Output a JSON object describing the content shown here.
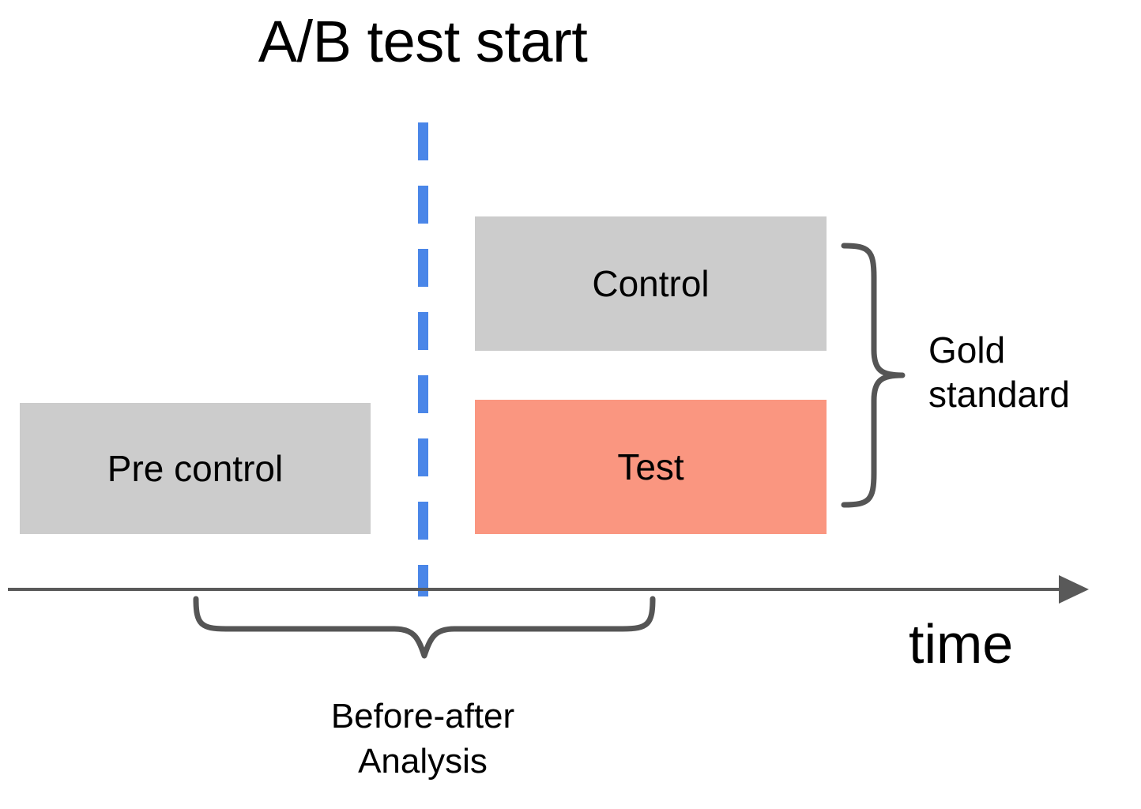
{
  "diagram": {
    "title": "A/B test start",
    "time_axis_label": "time",
    "boxes": [
      {
        "id": "pre-control",
        "label": "Pre control",
        "color": "#cccccc",
        "period": "before"
      },
      {
        "id": "control",
        "label": "Control",
        "color": "#cccccc",
        "period": "after"
      },
      {
        "id": "test",
        "label": "Test",
        "color": "#fa9680",
        "period": "after"
      }
    ],
    "start_line": {
      "name": "a-b-test-start-line",
      "style": "dashed",
      "color": "#4a86e8"
    },
    "annotations": [
      {
        "id": "gold-standard",
        "label": "Gold\nstandard",
        "brace_direction": "right",
        "spans": [
          "Control",
          "Test"
        ],
        "color": "#555555"
      },
      {
        "id": "before-after",
        "label": "Before-after\nAnalysis",
        "brace_direction": "down",
        "spans": [
          "Pre control",
          "Control",
          "Test"
        ],
        "color": "#555555"
      }
    ],
    "colors": {
      "gray_box": "#cccccc",
      "test_box": "#fa9680",
      "dashed_blue": "#4a86e8",
      "brace_gray": "#555555",
      "axis_gray": "#595959",
      "text": "#000000",
      "background": "#ffffff"
    }
  }
}
